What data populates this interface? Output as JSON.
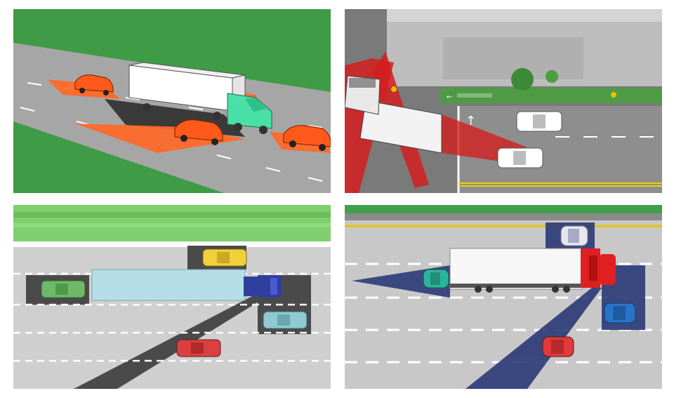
{
  "panels": [
    {
      "id": "p1",
      "view": "3d-perspective",
      "theme": "orange",
      "truck_cab_color": "#49e0a6",
      "zone_color": "#ff6a2a"
    },
    {
      "id": "p2",
      "view": "top-down-street-turn",
      "theme": "red",
      "truck_cab_color": "#d91a1a",
      "zone_color": "#d41f1f"
    },
    {
      "id": "p3",
      "view": "top-down-highway",
      "theme": "gray",
      "truck_cab_color": "#2f3f9e",
      "zone_color": "#4a4a4a"
    },
    {
      "id": "p4",
      "view": "top-down-highway",
      "theme": "navy",
      "truck_cab_color": "#e02020",
      "zone_color": "#2b3a78"
    }
  ],
  "colors": {
    "grass": "#3f9b45",
    "road": "#a9a9a9",
    "lane_marking": "#ffffff",
    "light_grass": "#7fcf6e"
  }
}
